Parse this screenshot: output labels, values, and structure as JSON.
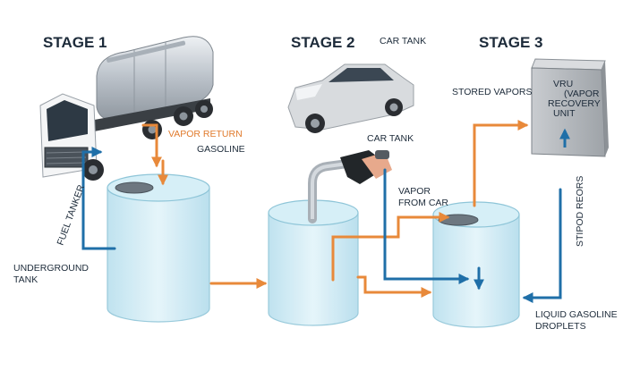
{
  "stages": {
    "stage1": "STAGE 1",
    "stage2": "STAGE 2",
    "stage3": "STAGE 3"
  },
  "labels": {
    "car_tank_top": "CAR TANK",
    "car_tank_nozzle": "CAR TANK",
    "vapor_return": "VAPOR RETURN",
    "gasoline": "GASOLINE",
    "fuel_tanker": "FUEL TANKER",
    "underground_tank_line1": "UNDERGROUND",
    "underground_tank_line2": "TANK",
    "vapor_from_car_line1": "VAPOR",
    "vapor_from_car_line2": "FROM CAR",
    "stored_vapors": "STORED VAPORS",
    "stipod_reors": "STIPOD REORS",
    "liquid_gasoline_line1": "LIQUID GASOLINE",
    "liquid_gasoline_line2": "DROPLETS"
  },
  "vru": {
    "line1": "VRU",
    "line2": "(VAPOR",
    "line3": "RECOVERY",
    "line4": "UNIT"
  },
  "colors": {
    "orange_flow": "#e8893a",
    "blue_flow": "#1f6fa8",
    "tank_fill": "#cdeaf3",
    "tank_stroke": "#8ec5d8"
  }
}
